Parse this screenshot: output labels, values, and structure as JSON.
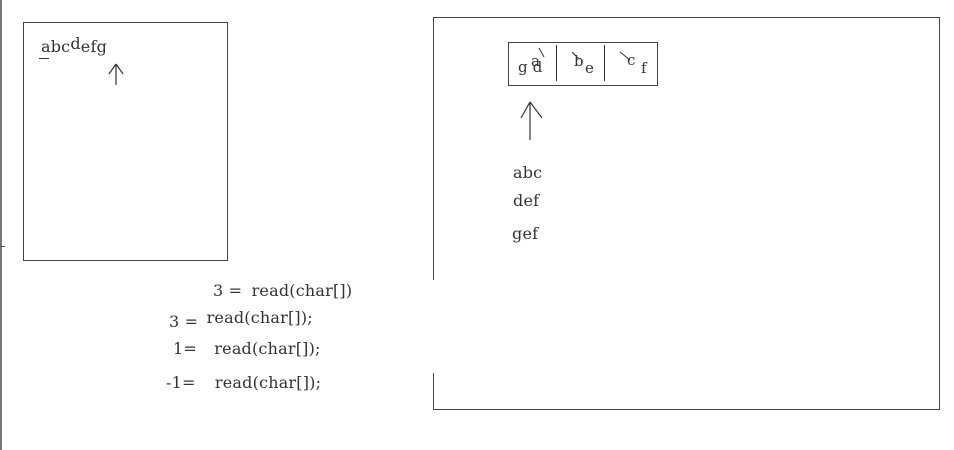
{
  "left_panel": {
    "text_abc": "abc",
    "text_d": "d",
    "text_efg": "efg"
  },
  "buffer": {
    "cells": [
      {
        "original": "a",
        "overwritten": "g d"
      },
      {
        "original": "b",
        "overwritten": "e"
      },
      {
        "original": "c",
        "overwritten": "f"
      }
    ]
  },
  "reads": [
    "abc",
    "def",
    "gef"
  ],
  "calls": [
    {
      "ret": "3 =",
      "call": "read(char[])"
    },
    {
      "ret": "3 =",
      "call": "read(char[]);"
    },
    {
      "ret": "1=",
      "call": "read(char[]);"
    },
    {
      "ret": "-1=",
      "call": "read(char[]);"
    }
  ]
}
